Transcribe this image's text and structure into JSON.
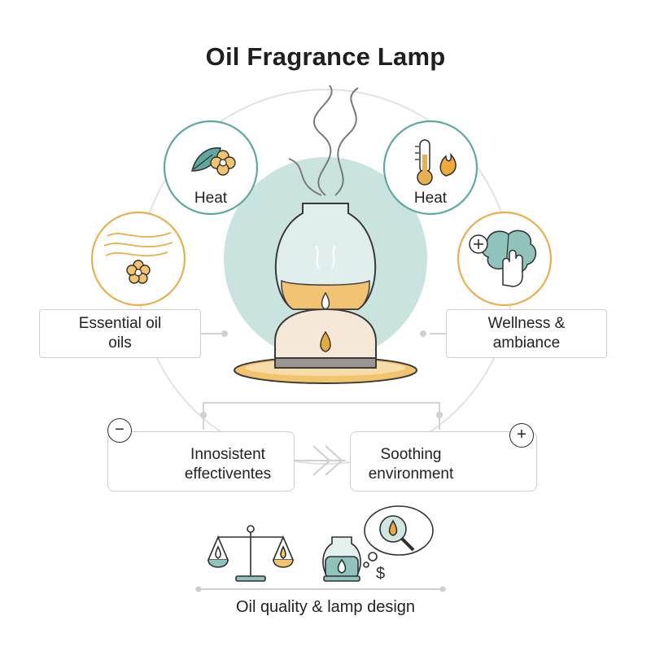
{
  "title": "Oil Fragrance Lamp",
  "nodes": {
    "top_left_circle": {
      "label": "Heat",
      "icon": "leaf-flower-icon"
    },
    "top_right_circle": {
      "label": "Heat",
      "icon": "thermometer-flame-icon"
    },
    "left_circle": {
      "icon": "aroma-waves-flower-icon"
    },
    "right_circle": {
      "icon": "brain-hand-icon"
    },
    "left_box": {
      "line1": "Essential oil",
      "line2": "oils"
    },
    "right_box": {
      "line1": "Wellness &",
      "line2": "ambiance"
    },
    "bottom_left_box": {
      "line1": "Innosistent",
      "line2": "effectiventes",
      "badge": "−",
      "icon": "aroma-waves-icon"
    },
    "bottom_right_box": {
      "line1": "Soothing",
      "line2": "environment",
      "badge": "+",
      "icon": "check-circle-icon"
    }
  },
  "center": {
    "icon": "oil-lamp-illustration"
  },
  "footer": {
    "caption": "Oil quality & lamp design",
    "currency_symbol": "$",
    "icons": [
      "balance-scale-icon",
      "small-lamp-icon",
      "magnifier-drop-thought-icon"
    ]
  },
  "colors": {
    "teal": "#5fa8a0",
    "teal_light": "#cfe6e2",
    "gold": "#e8b04f",
    "gold_light": "#f6dca8",
    "stroke": "#3a3a3a",
    "line_gray": "#d8d8d8"
  }
}
